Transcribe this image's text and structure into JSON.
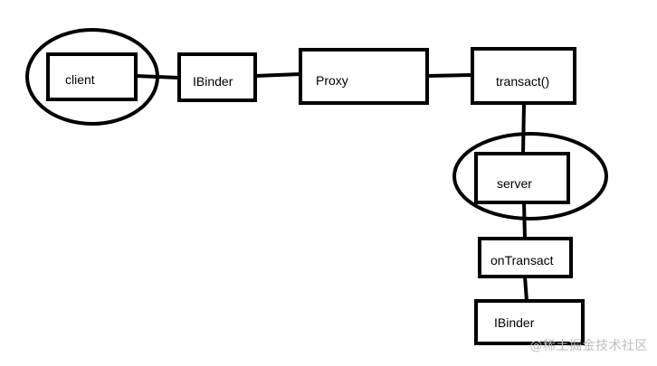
{
  "diagram": {
    "nodes": {
      "client": "client",
      "ibinder_top": "IBinder",
      "proxy": "Proxy",
      "transact": "transact()",
      "server": "server",
      "ontransact": "onTransact",
      "ibinder_bottom": "IBinder"
    }
  },
  "watermark": "@稀土掘金技术社区",
  "colors": {
    "stroke": "#000000",
    "background": "#ffffff",
    "watermark": "#bdbdbd"
  }
}
